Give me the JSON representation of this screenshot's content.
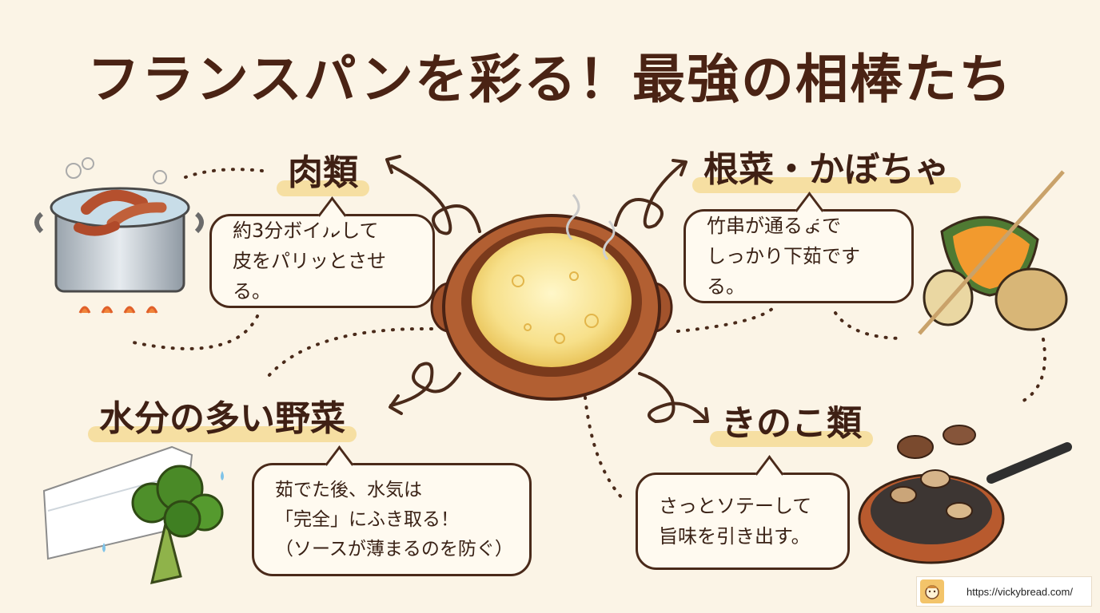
{
  "title": "フランスパンを彩る！最強の相棒たち",
  "sections": {
    "meat": {
      "heading": "肉類",
      "lines": [
        "約3分ボイルして",
        "皮をパリッとさせる。"
      ]
    },
    "root": {
      "heading": "根菜・かぼちゃ",
      "lines": [
        "竹串が通るまで",
        "しっかり下茹でする。"
      ]
    },
    "veg": {
      "heading": "水分の多い野菜",
      "lines": [
        "茹でた後、水気は",
        "「完全」にふき取る！",
        "（ソースが薄まるのを防ぐ）"
      ]
    },
    "mushroom": {
      "heading": "きのこ類",
      "lines": [
        "さっとソテーして",
        "旨味を引き出す。"
      ]
    }
  },
  "credit": {
    "url": "https://vickybread.com/"
  },
  "icons": [
    "cheese-fondue-pot-icon",
    "boiling-pot-sausages-icon",
    "pumpkin-potato-skewer-icon",
    "broccoli-paper-towel-icon",
    "mushroom-frying-pan-icon",
    "bakery-logo-icon"
  ],
  "colors": {
    "background": "#fbf4e6",
    "ink": "#4a2314",
    "highlight": "#f6dfa2"
  }
}
